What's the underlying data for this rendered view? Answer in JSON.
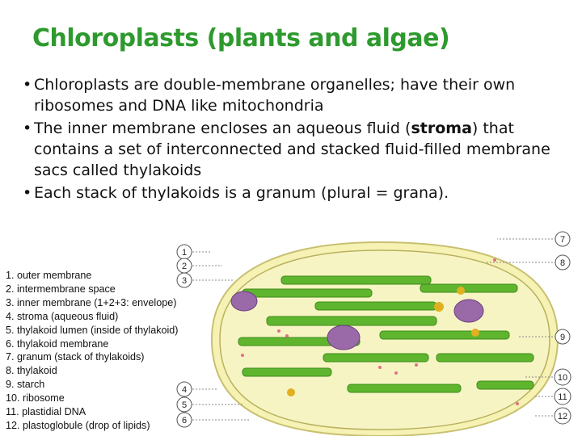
{
  "title": "Chloroplasts (plants and algae)",
  "bullets": [
    {
      "pre": "Chloroplasts are double-membrane organelles; have their own ribosomes and DNA like mitochondria",
      "bold": "",
      "post": ""
    },
    {
      "pre": "The inner membrane encloses an aqueous fluid (",
      "bold": "stroma",
      "post": ") that contains a set of interconnected and stacked fluid-filled membrane sacs called thylakoids"
    },
    {
      "pre": "Each stack of thylakoids is a granum (plural = grana).",
      "bold": "",
      "post": ""
    }
  ],
  "legend": [
    "1. outer membrane",
    "2. intermembrane space",
    "3. inner membrane (1+2+3: envelope)",
    "4. stroma (aqueous fluid)",
    "5. thylakoid lumen (inside of thylakoid)",
    "6. thylakoid membrane",
    "7. granum (stack of thylakoids)",
    "8. thylakoid",
    "9. starch",
    "10. ribosome",
    "11. plastidial DNA",
    "12. plastoglobule (drop of lipids)"
  ],
  "diagram_numbers": [
    "1",
    "2",
    "3",
    "4",
    "5",
    "6",
    "7",
    "8",
    "9",
    "10",
    "11",
    "12"
  ],
  "colors": {
    "title": "#2e9a2e",
    "stroma": "#f6f2b4",
    "thylakoid": "#5fb52e",
    "starch": "#9a6aa8",
    "plastoglobule": "#e0b020",
    "ribosome": "#e0708a"
  }
}
